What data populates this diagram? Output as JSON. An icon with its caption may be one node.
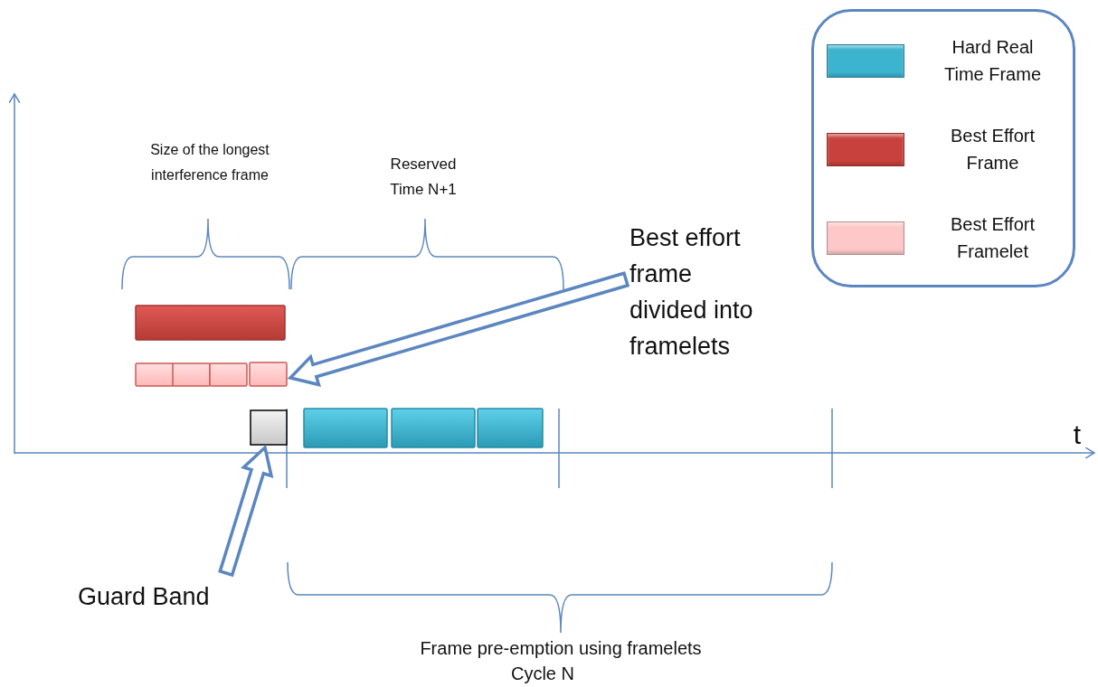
{
  "diagram": {
    "nodes": [
      {
        "text": [
          "Best effort frame divided into framelets"
        ]
      },
      {
        "text": [],
        "shape": "bar"
      },
      {
        "text": [
          "Guard Band"
        ]
      },
      {
        "text": [],
        "shape": "box"
      }
    ],
    "edges": [
      {
        "from": 0,
        "to": 1,
        "arrow": "to"
      },
      {
        "from": 2,
        "to": 3,
        "arrow": "to"
      }
    ],
    "labels": [
      "Size of the longest interference frame",
      "Reserved Time N+1",
      "t",
      "Frame pre-emption using framelets",
      "Cycle N"
    ],
    "legend": [
      {
        "text": "Hard Real Time Frame",
        "color": "#3cb4d0"
      },
      {
        "text": "Best Effort Frame",
        "color": "#c9413c"
      },
      {
        "text": "Best Effort Framelet",
        "color": "#ffc8c8"
      }
    ]
  }
}
